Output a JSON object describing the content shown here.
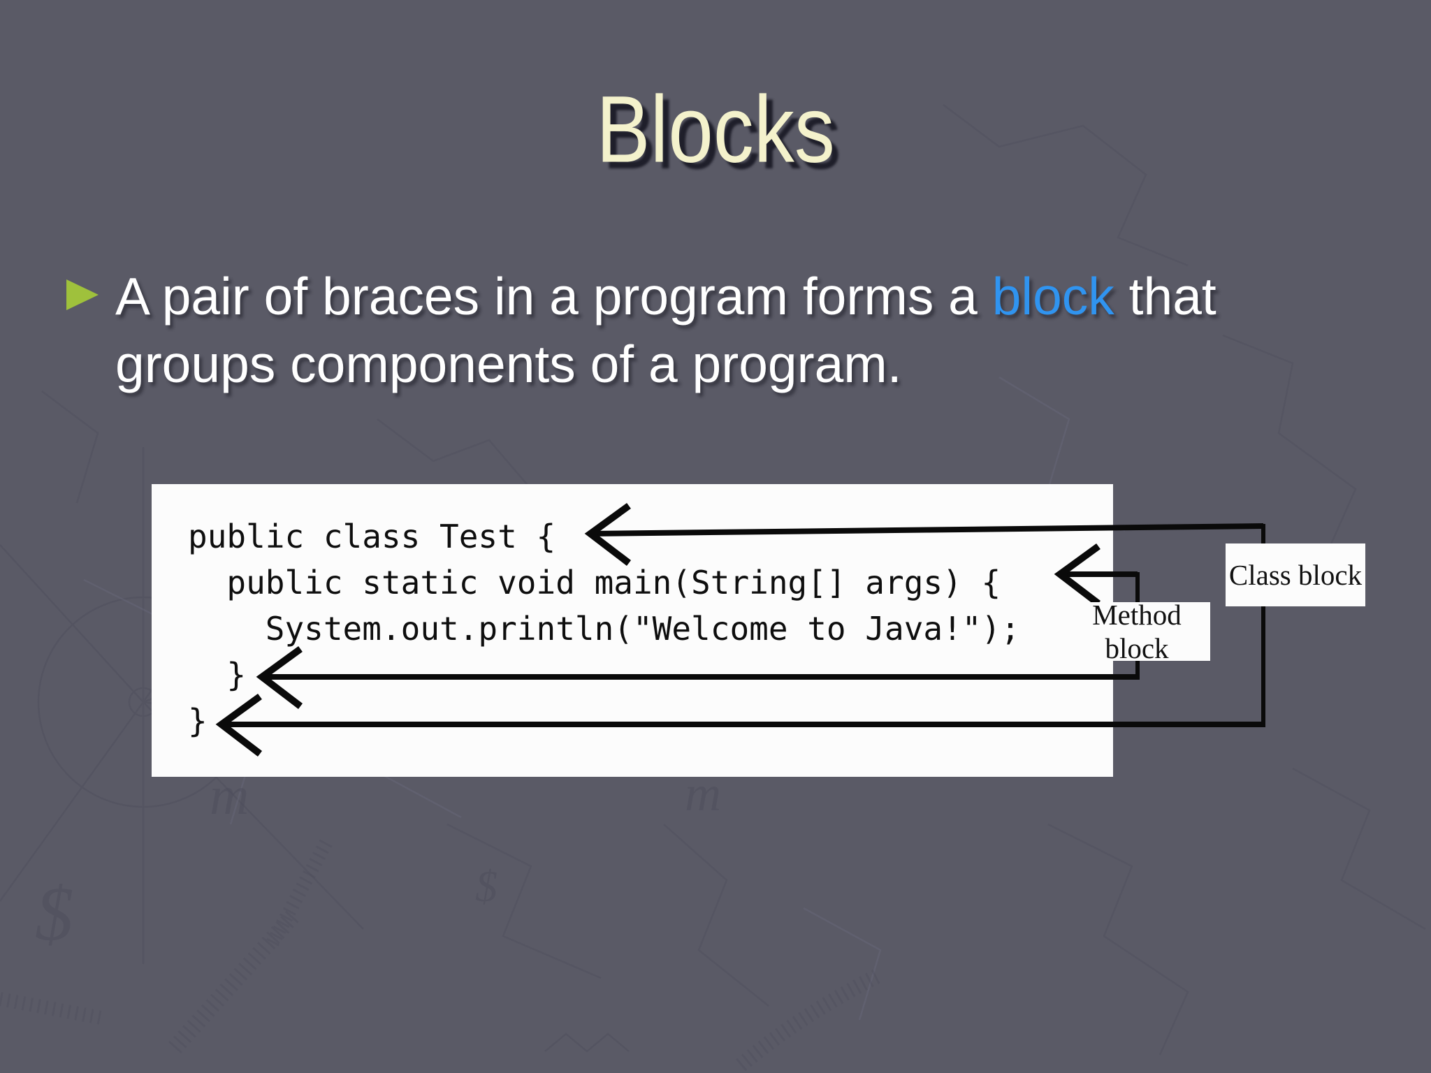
{
  "slide": {
    "title": "Blocks",
    "bullet": {
      "text_before": "A pair of braces in a program forms a ",
      "highlight": "block",
      "text_after": " that",
      "line2": "groups components of a program."
    },
    "code": {
      "lines": [
        "public class Test {",
        "  public static void main(String[] args) {",
        "    System.out.println(\"Welcome to Java!\");",
        "  }",
        "}"
      ]
    },
    "labels": {
      "class_block": "Class block",
      "method_block": "Method block"
    },
    "colors": {
      "background": "#5a5a66",
      "title_text": "#f4f2cc",
      "body_text": "#ffffff",
      "highlight_text": "#3094f0",
      "bullet_marker": "#9fc13c",
      "code_panel": "#fcfcfc",
      "code_text": "#0e0e0e",
      "arrow": "#0a0a0a",
      "label_text": "#111111"
    },
    "decor": {
      "glyph1": "$",
      "glyph2": "$",
      "glyph3": "m",
      "glyph4": "m"
    }
  }
}
